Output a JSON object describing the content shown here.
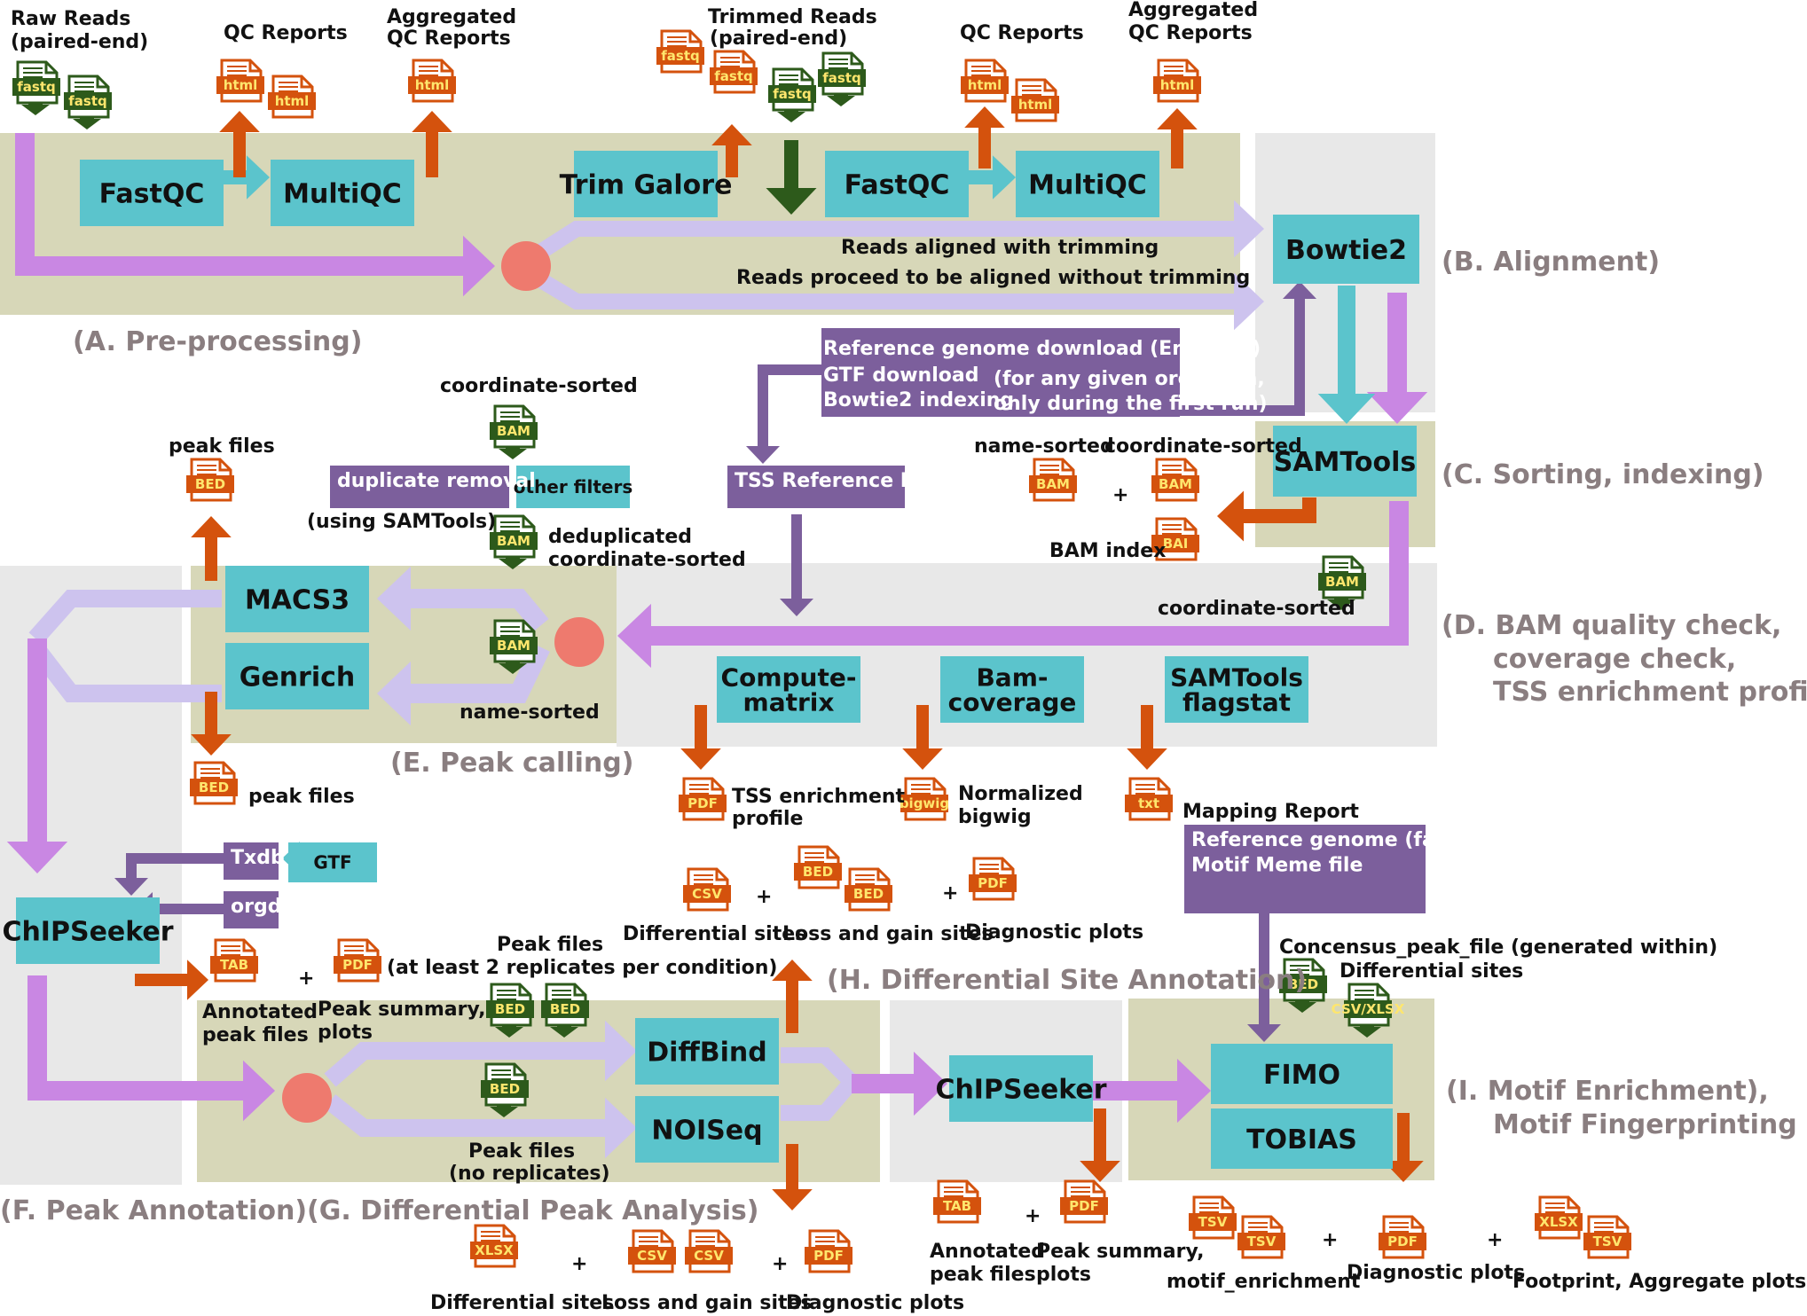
{
  "colors": {
    "band": "#d7d7b8",
    "gray": "#e8e8e8",
    "tool": "#5bc4cc",
    "ref": "#7c5f9c",
    "purple": "#c987e3",
    "lilac": "#cdc3ee",
    "orange": "#d4520d",
    "green": "#2d5a1b",
    "dot": "#ee7a6e",
    "section_text": "#8a7e80",
    "file_orange": "#d4520d",
    "file_green": "#2d5a1b"
  },
  "sections": {
    "a": "(A. Pre-processing)",
    "b": "(B. Alignment)",
    "c": "(C. Sorting, indexing)",
    "d1": "(D. BAM quality check,",
    "d2": "coverage check,",
    "d3": "TSS enrichment profile)",
    "e": "(E. Peak calling)",
    "f": "(F. Peak Annotation)",
    "g": "(G. Differential Peak Analysis)",
    "h": "(H. Differential Site Annotation)",
    "i1": "(I. Motif Enrichment),",
    "i2": "Motif Fingerprinting"
  },
  "tools": {
    "fastqc1": "FastQC",
    "multiqc1": "MultiQC",
    "trim_galore": "Trim Galore",
    "fastqc2": "FastQC",
    "multiqc2": "MultiQC",
    "bowtie2": "Bowtie2",
    "samtools": "SAMTools",
    "macs3": "MACS3",
    "genrich": "Genrich",
    "computematrix_1": "Compute-",
    "computematrix_2": "matrix",
    "bamcoverage_1": "Bam-",
    "bamcoverage_2": "coverage",
    "flagstat_1": "SAMTools",
    "flagstat_2": "flagstat",
    "chipseeker1": "ChIPSeeker",
    "gtf": "GTF",
    "diffbind": "DiffBind",
    "noiseq": "NOISeq",
    "chipseeker2": "ChIPSeeker",
    "fimo": "FIMO",
    "tobias": "TOBIAS",
    "other_filters": "other filters"
  },
  "refboxes": {
    "genome_1": "Reference genome download (Ensembl)",
    "genome_2": "GTF download",
    "genome_3": "Bowtie2 indexing",
    "genome_note_1": "(for any given organism,",
    "genome_note_2": "only during the first run)",
    "tss": "TSS Reference File",
    "dup_removal": "duplicate removal",
    "txdb": "Txdb",
    "orgdb": "orgdb",
    "motif_1": "Reference genome (fasta)",
    "motif_2": "Motif Meme file"
  },
  "labels": {
    "raw_reads_1": "Raw Reads",
    "raw_reads_2": "(paired-end)",
    "qc_reports_1": "QC Reports",
    "agg_qc_1a": "Aggregated",
    "agg_qc_1b": "QC Reports",
    "trimmed_1": "Trimmed Reads",
    "trimmed_2": "(paired-end)",
    "qc_reports_2": "QC Reports",
    "agg_qc_2a": "Aggregated",
    "agg_qc_2b": "QC Reports",
    "aligned_with_trim": "Reads aligned with trimming",
    "aligned_without_trim": "Reads proceed to be aligned without trimming",
    "coord_sorted_top": "coordinate-sorted",
    "peak_files_top": "peak files",
    "using_samtools": "(using SAMTools)",
    "dedup_1": "deduplicated",
    "dedup_2": "coordinate-sorted",
    "name_sorted_e": "name-sorted",
    "peak_files_bottom": "peak files",
    "name_sorted_c": "name-sorted",
    "coord_sorted_c": "coordinate-sorted",
    "bam_index": "BAM index",
    "coord_sorted_d": "coordinate-sorted",
    "tss_profile_1": "TSS enrichment",
    "tss_profile_2": "profile",
    "norm_bigwig_1": "Normalized",
    "norm_bigwig_2": "bigwig",
    "mapping_report": "Mapping Report",
    "diff_sites_h": "Differential sites",
    "loss_gain_h": "Loss and gain sites",
    "diag_plots_h": "Diagnostic plots",
    "peak_files_g1": "Peak files",
    "peak_files_g2": "(at least 2 replicates per condition)",
    "annot_peak_1": "Annotated",
    "annot_peak_2": "peak files",
    "peak_summary_1": "Peak summary,",
    "peak_summary_2": "plots",
    "peak_files_nr_1": "Peak files",
    "peak_files_nr_2": "(no replicates)",
    "consensus": "Concensus_peak_file (generated within)",
    "diff_sites_i": "Differential sites",
    "diff_sites_g": "Differential sites",
    "loss_gain_g": "Loss and gain sites",
    "diag_plots_g": "Diagnostic plots",
    "annot_peak_h1": "Annotated",
    "annot_peak_h2": "peak files",
    "peak_summary_h1": "Peak summary,",
    "peak_summary_h2": "plots",
    "motif_enrichment": "motif_enrichment",
    "diag_plots_i": "Diagnostic plots",
    "footprint": "Footprint, Aggregate plots, etc.",
    "plus": "+"
  },
  "files": {
    "fastq": "fastq",
    "html": "html",
    "bam": "BAM",
    "bai": "BAI",
    "bed": "BED",
    "pdf": "PDF",
    "bigwig": "bigwig",
    "txt": "txt",
    "csv": "CSV",
    "tab": "TAB",
    "xlsx": "XLSX",
    "tsv": "TSV",
    "csv_xlsx": "CSV/XLSX"
  }
}
